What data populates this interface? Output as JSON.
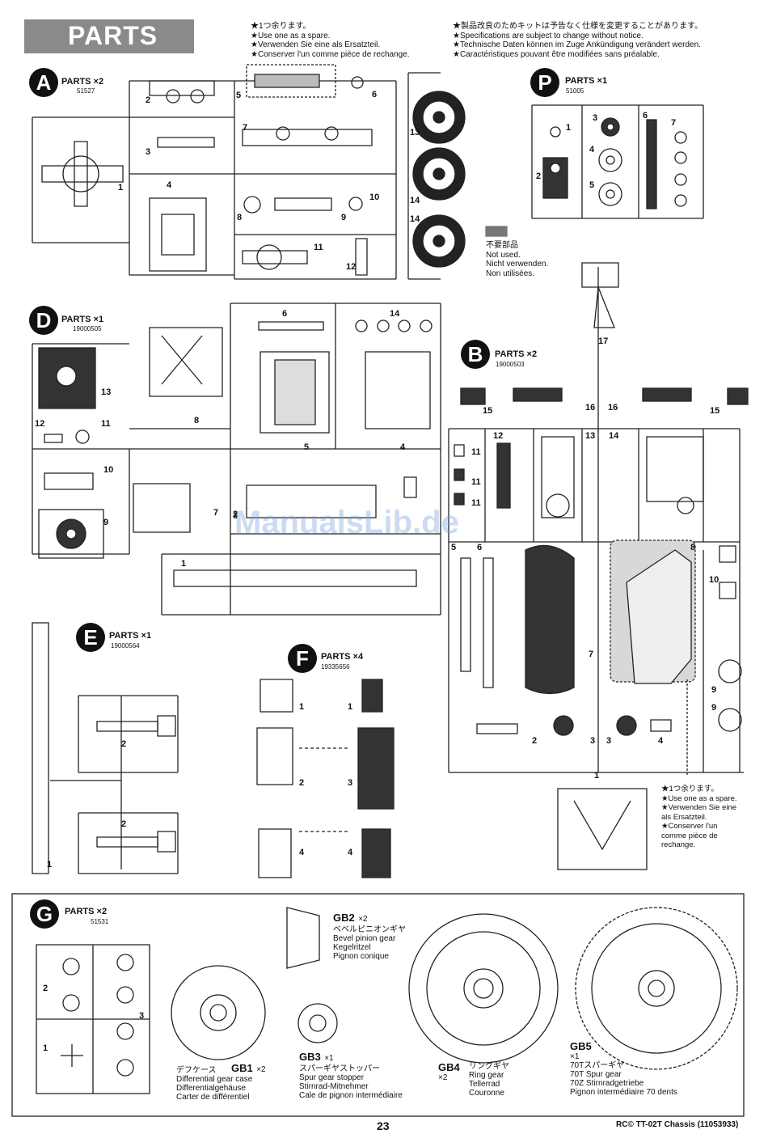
{
  "header": {
    "title": "PARTS"
  },
  "spare_note": {
    "lines": [
      "★1つ余ります。",
      "★Use one as a spare.",
      "★Verwenden Sie eine als Ersatzteil.",
      "★Conserver l'un comme pièce de rechange."
    ]
  },
  "spec_note": {
    "lines": [
      "★製品改良のためキットは予告なく仕様を変更することがあります。",
      "★Specifications are subject to change without notice.",
      "★Technische Daten können im Zuge Ankündigung verändert werden.",
      "★Caractéristiques pouvant être modifiées sans préalable."
    ]
  },
  "not_used": {
    "lines": [
      "不要部品",
      "Not used.",
      "Nicht verwenden.",
      "Non utilisées."
    ]
  },
  "spare_note_b": {
    "lines": [
      "★1つ余ります。",
      "★Use one as a spare.",
      "★Verwenden Sie eine",
      "als Ersatzteil.",
      "★Conserver l'un",
      "comme pièce de",
      "rechange."
    ]
  },
  "sprues": {
    "A": {
      "letter": "A",
      "title": "PARTS ×2",
      "code": "51527"
    },
    "P": {
      "letter": "P",
      "title": "PARTS ×1",
      "code": "51005"
    },
    "D": {
      "letter": "D",
      "title": "PARTS ×1",
      "code": "19000505"
    },
    "B": {
      "letter": "B",
      "title": "PARTS ×2",
      "code": "19000503"
    },
    "E": {
      "letter": "E",
      "title": "PARTS ×1",
      "code": "19000564"
    },
    "F": {
      "letter": "F",
      "title": "PARTS ×4",
      "code": "19335656"
    },
    "G": {
      "letter": "G",
      "title": "PARTS ×2",
      "code": "51531"
    }
  },
  "part_numbers": {
    "A": [
      "1",
      "2",
      "3",
      "4",
      "5",
      "6",
      "7",
      "8",
      "9",
      "10",
      "11",
      "12",
      "13",
      "14",
      "14"
    ],
    "P": [
      "1",
      "2",
      "3",
      "4",
      "5",
      "6",
      "7"
    ],
    "D": [
      "1",
      "2",
      "3",
      "4",
      "5",
      "6",
      "7",
      "8",
      "9",
      "10",
      "11",
      "12",
      "13",
      "14"
    ],
    "B": [
      "1",
      "2",
      "3",
      "3",
      "4",
      "5",
      "6",
      "7",
      "8",
      "9",
      "9",
      "10",
      "11",
      "11",
      "11",
      "12",
      "13",
      "14",
      "15",
      "15",
      "16",
      "16",
      "17"
    ],
    "E": [
      "1",
      "2",
      "2"
    ],
    "F": [
      "1",
      "1",
      "2",
      "3",
      "4",
      "4"
    ],
    "G": [
      "1",
      "2",
      "3"
    ]
  },
  "gear_bags": [
    {
      "id": "GB2",
      "qty": "×2",
      "lines": [
        "ベベルピニオンギヤ",
        "Bevel pinion gear",
        "Kegelritzel",
        "Pignon conique"
      ]
    },
    {
      "id": "GB1",
      "qty": "×2",
      "lines": [
        "デフケース",
        "Differential gear case",
        "Differentialgehäuse",
        "Carter de différentiel"
      ]
    },
    {
      "id": "GB3",
      "qty": "×1",
      "lines": [
        "スパーギヤストッパー",
        "Spur gear stopper",
        "Stirnrad-Mitnehmer",
        "Cale de pignon intermédiaire"
      ]
    },
    {
      "id": "GB4",
      "qty": "×2",
      "lines": [
        "リングギヤ",
        "Ring gear",
        "Tellerrad",
        "Couronne"
      ]
    },
    {
      "id": "GB5",
      "qty": "×1",
      "lines": [
        "70Tスパーギヤ",
        "70T Spur gear",
        "70Z Stirnradgetriebe",
        "Pignon intermédiaire 70 dents"
      ]
    }
  ],
  "footer": {
    "page": "23",
    "ref": "RC© TT-02T Chassis (11053933)"
  },
  "watermark": "ManualsLib.de"
}
